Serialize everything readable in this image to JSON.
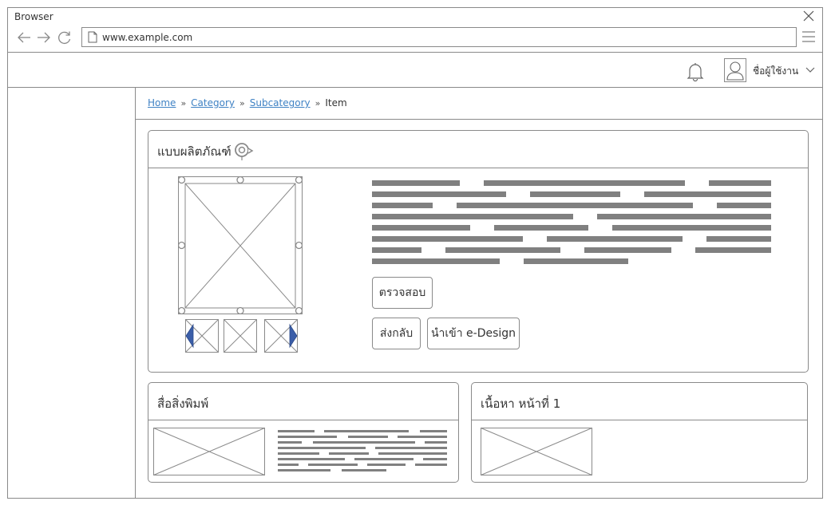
{
  "window": {
    "title": "Browser"
  },
  "browser": {
    "url": "www.example.com"
  },
  "topbar": {
    "username": "ชื่อผู้ใช้งาน"
  },
  "breadcrumb": {
    "items": [
      {
        "label": "Home"
      },
      {
        "label": "Category"
      },
      {
        "label": "Subcategory"
      }
    ],
    "current": "Item",
    "separator": "»"
  },
  "product_panel": {
    "title": "แบบผลิตภัณฑ์",
    "buttons": {
      "check": "ตรวจสอบ",
      "return": "ส่งกลับ",
      "import": "นำเข้า e-Design"
    }
  },
  "media_panel": {
    "title": "สื่อสิ่งพิมพ์"
  },
  "content_panel": {
    "title": "เนื้อหา หน้าที่ 1"
  },
  "colors": {
    "link": "#3f82c4",
    "line": "#8a8a8a",
    "text_block": "#808080",
    "arrow": "#3b5ea8"
  }
}
